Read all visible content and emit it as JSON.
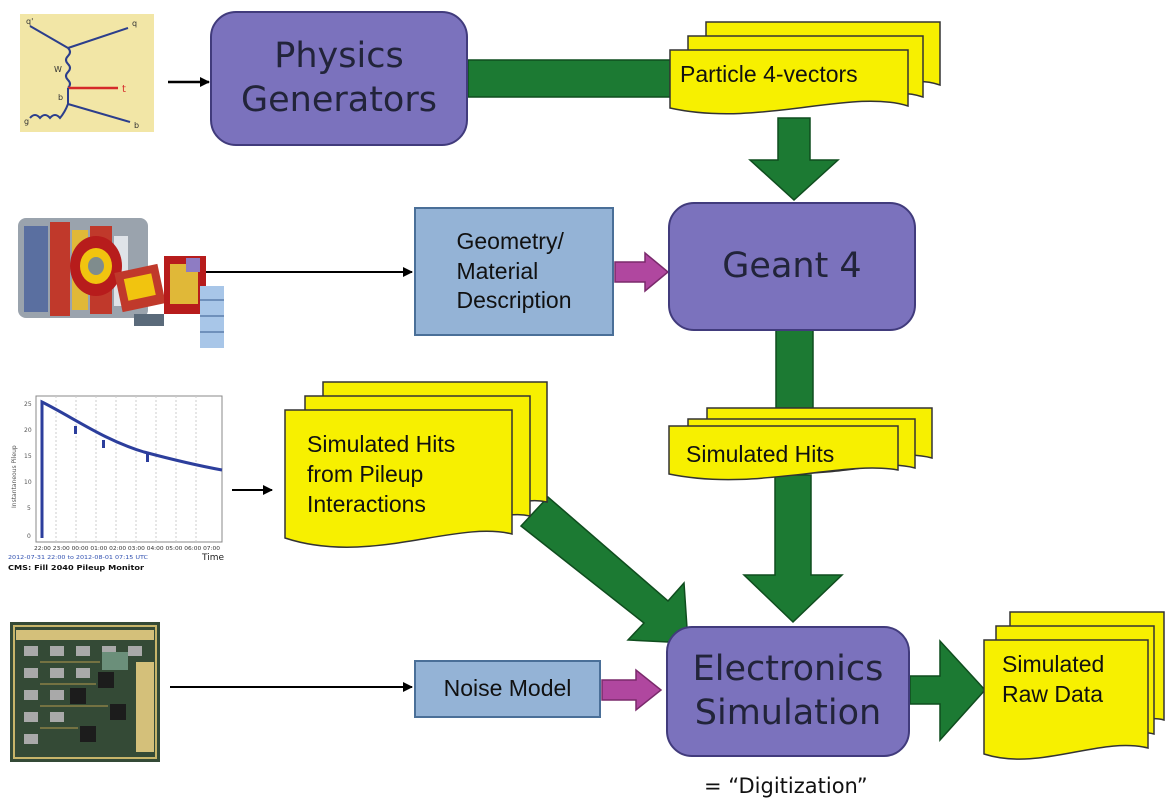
{
  "nodes": {
    "physics_generators": "Physics\nGenerators",
    "particle_4vectors": "Particle 4-vectors",
    "geometry_material": "Geometry/\nMaterial\nDescription",
    "geant4": "Geant 4",
    "simulated_hits": "Simulated Hits",
    "pileup_hits": "Simulated Hits\nfrom Pileup\nInteractions",
    "noise_model": "Noise Model",
    "electronics_simulation": "Electronics\nSimulation",
    "simulated_raw_data": "Simulated\nRaw Data"
  },
  "caption": "= “Digitization”",
  "images": {
    "feynman_diagram": {
      "label_top_left": "q'",
      "label_top_right": "q",
      "label_w": "W",
      "label_b": "b",
      "label_t": "t",
      "label_g": "g",
      "label_bottom_right": "b"
    },
    "pileup_plot": {
      "xlabel": "Time",
      "footer": "CMS: Fill 2040 Pileup Monitor",
      "ylabel": "Instantaneous Pileup",
      "yticks": [
        "25",
        "20",
        "15",
        "10",
        "5",
        "0"
      ],
      "xticks_text": "22:00 23:00 00:00 01:00 02:00 03:00 04:00 05:00 06:00 07:00",
      "date_line": "2012-07-31 22:00 to 2012-08-01 07:15 UTC"
    }
  },
  "colors": {
    "process_fill": "#7b72bd",
    "input_fill": "#94b3d6",
    "data_fill": "#f7f000",
    "flow_arrow": "#1c7a33",
    "input_arrow": "#b0479f"
  }
}
